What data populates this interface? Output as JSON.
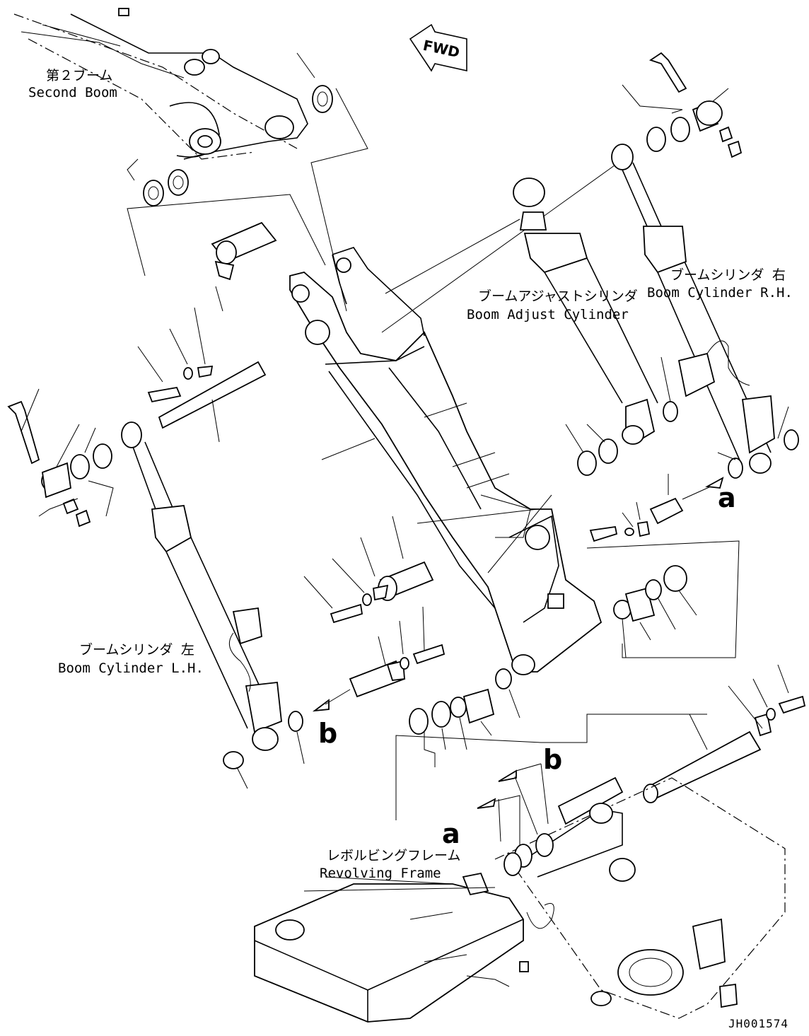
{
  "labels": {
    "second_boom_jp": "第２ブーム",
    "second_boom_en": "Second Boom",
    "boom_adjust_jp": "ブームアジャストシリンダ",
    "boom_adjust_en": "Boom Adjust Cylinder",
    "boom_cyl_rh_jp": "ブームシリンダ 右",
    "boom_cyl_rh_en": "Boom Cylinder R.H.",
    "boom_cyl_lh_jp": "ブームシリンダ 左",
    "boom_cyl_lh_en": "Boom Cylinder L.H.",
    "revolving_jp": "レボルビングフレーム",
    "revolving_en": "Revolving Frame"
  },
  "refs": {
    "a_top": "a",
    "b_left": "b",
    "b_lower": "b",
    "a_lower": "a"
  },
  "fwd": "FWD",
  "drawing_code": "JH001574"
}
